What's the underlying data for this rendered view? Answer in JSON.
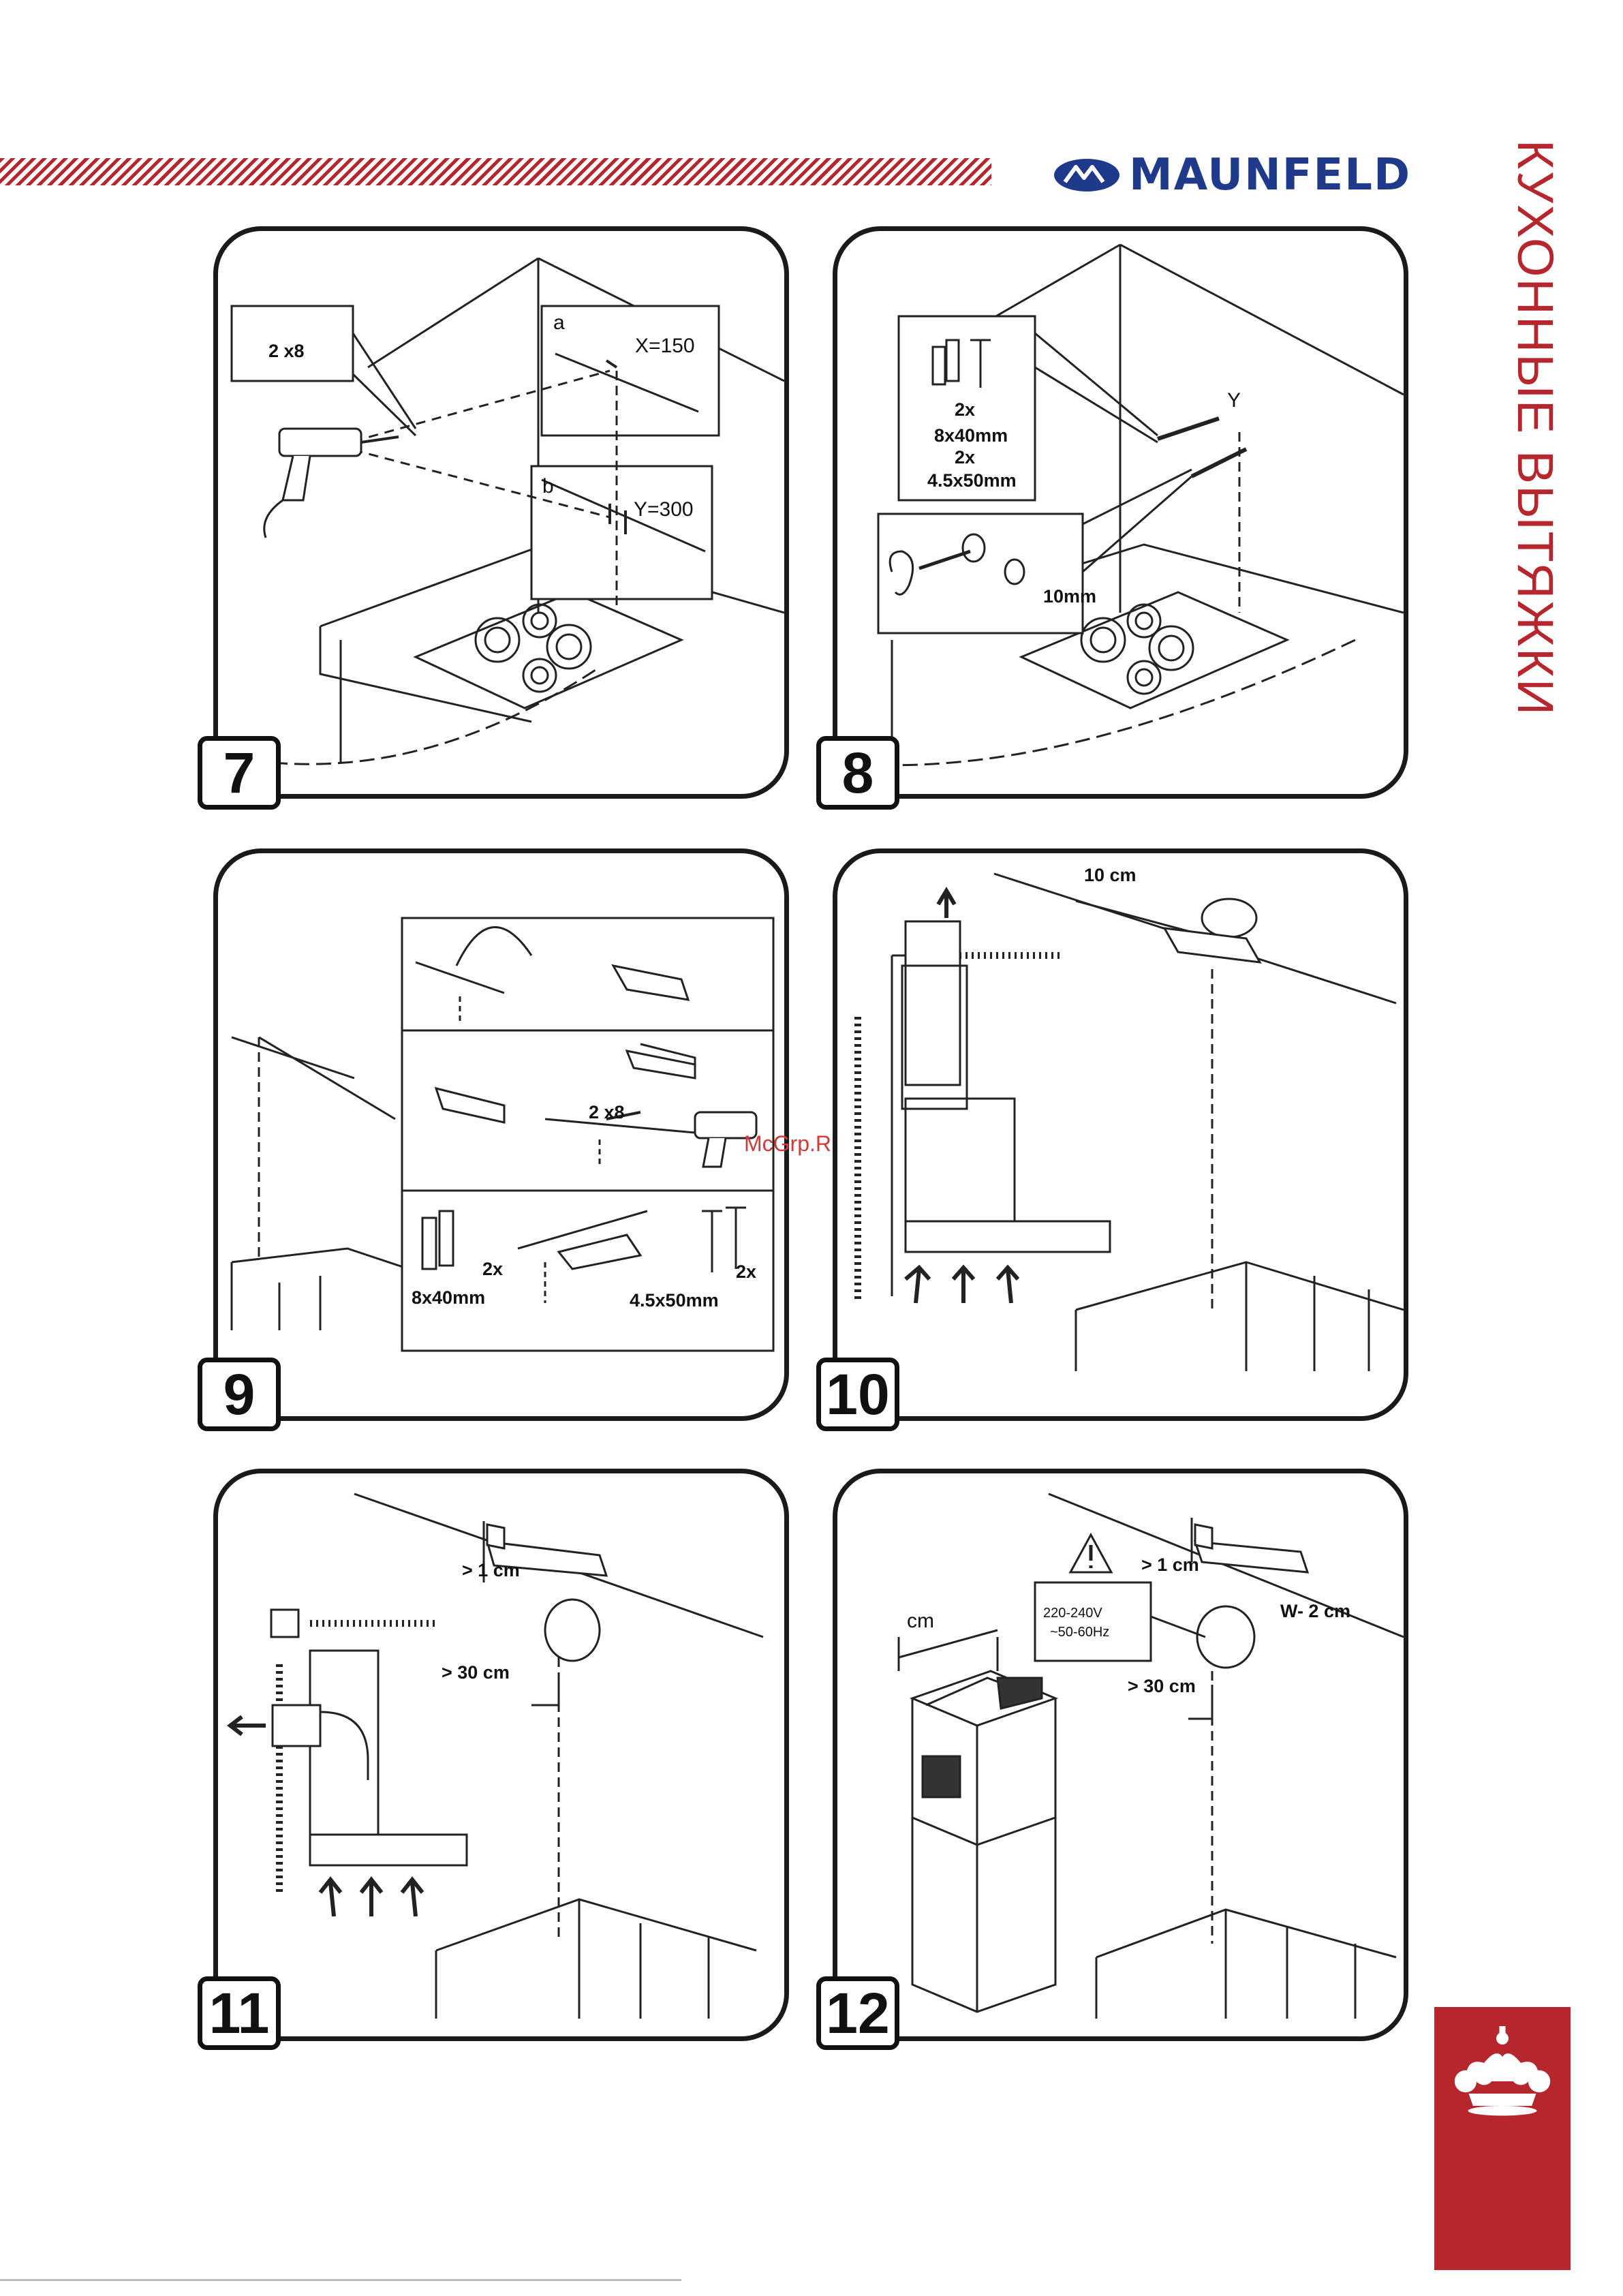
{
  "brand": {
    "name": "MAUNFELD",
    "color": "#1f3a8a",
    "accent": "#b5262d"
  },
  "side_title": "КУХОННЫЕ ВЫТЯЖКИ",
  "watermark": "McGrp.Ru",
  "panels": [
    {
      "step": "7",
      "labels": {
        "box": "2 x8",
        "a": "a",
        "x": "X=150",
        "b": "b",
        "y": "Y=300"
      }
    },
    {
      "step": "8",
      "labels": {
        "y": "Y",
        "plugs_qty": "2x",
        "plugs_size": "8x40mm",
        "screws_qty": "2x",
        "screws_size": "4.5x50mm",
        "gap": "10mm"
      }
    },
    {
      "step": "9",
      "labels": {
        "drill": "2 x8",
        "plugs_qty": "2x",
        "plugs_size": "8x40mm",
        "screws_qty": "2x",
        "screws_size": "4.5x50mm"
      }
    },
    {
      "step": "10",
      "labels": {
        "dist": "10 cm"
      }
    },
    {
      "step": "11",
      "labels": {
        "gap_top": "> 1 cm",
        "gap_side": "> 30 cm"
      }
    },
    {
      "step": "12",
      "labels": {
        "cm": "cm",
        "voltage": "220-240V",
        "freq": "~50-60Hz",
        "gap_top": "> 1 cm",
        "w": "W- 2 cm",
        "gap_side": "> 30 cm"
      }
    }
  ],
  "icons": [
    "maunfeld-logo-icon",
    "drill-icon",
    "wall-plug-icon",
    "screw-icon",
    "bracket-icon",
    "warning-icon",
    "crown-icon"
  ]
}
